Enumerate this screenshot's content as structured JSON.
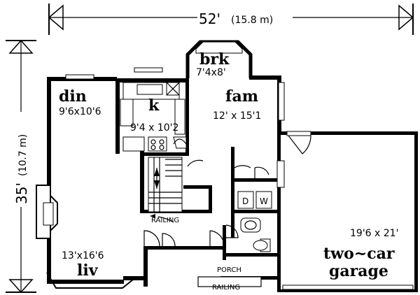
{
  "dimensions": {
    "width_label": "52'",
    "width_metric": "(15.8 m)",
    "depth_label": "35'",
    "depth_metric": "(10.7 m)"
  },
  "rooms": {
    "brk": {
      "name": "brk",
      "size": "7'4x8'"
    },
    "din": {
      "name": "din",
      "size": "9'6x10'6"
    },
    "k": {
      "name": "k",
      "size": "9'4 x 10'2"
    },
    "fam": {
      "name": "fam",
      "size": "12' x 15'1"
    },
    "liv": {
      "name": "liv",
      "size": "13'x16'6"
    },
    "garage": {
      "name_line1": "two~car",
      "name_line2": "garage",
      "size": "19'6 x 21'"
    }
  },
  "labels": {
    "railing_stair": "RAILING",
    "railing_porch": "RAILING",
    "porch": "PORCH",
    "dryer": "D",
    "washer": "W"
  }
}
